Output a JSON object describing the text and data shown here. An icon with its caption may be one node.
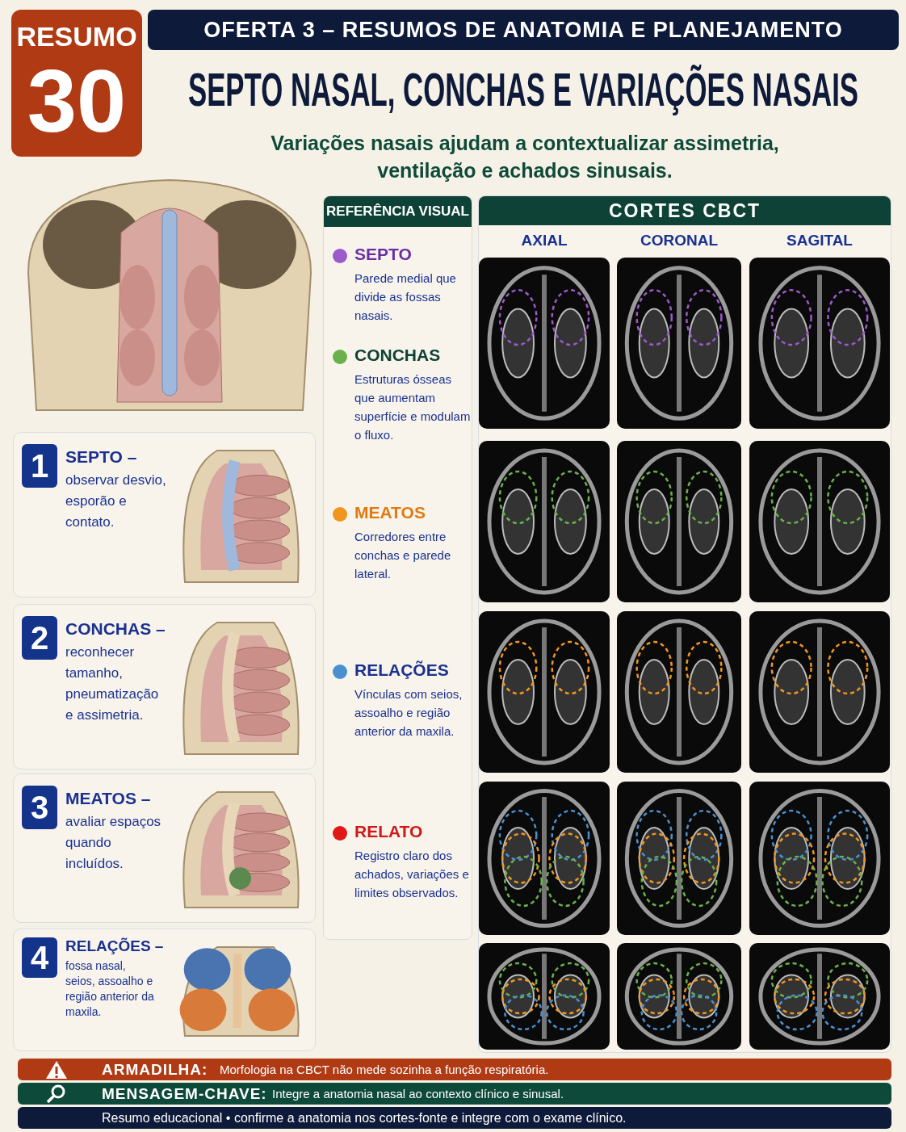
{
  "diagram": {
    "title": "SEPTO NASAL, CONCHAS E VARIAÇÕES NASAIS",
    "nodes": [
      {
        "text": [
          "RESUMO",
          "30"
        ]
      },
      {
        "text": [
          "OFERTA 3 – RESUMOS DE ANATOMIA E PLANEJAMENTO"
        ]
      },
      {
        "text": [
          "SEPTO –",
          "observar desvio, esporão e contato."
        ]
      },
      {
        "text": [
          "1"
        ],
        "in": 2
      },
      {
        "text": [
          "CONCHAS –",
          "reconhecer tamanho, pneumatização e assimetria."
        ]
      },
      {
        "text": [
          "2"
        ],
        "in": 4
      },
      {
        "text": [
          "MEATOS –",
          "avaliar espaços quando incluídos."
        ]
      },
      {
        "text": [
          "3"
        ],
        "in": 6
      },
      {
        "text": [
          "RELAÇÕES –",
          "fossa nasal, seios, assoalho e região anterior da maxila."
        ]
      },
      {
        "text": [
          "4"
        ],
        "in": 8
      },
      {
        "text": [
          "REFERÊNCIA VISUAL"
        ]
      },
      {
        "text": [
          "SEPTO",
          "Parede medial que divide as fossas nasais."
        ],
        "in": 10
      },
      {
        "text": [
          "CONCHAS",
          "Estruturas ósseas que aumentam superfície e modulam o fluxo."
        ],
        "in": 10
      },
      {
        "text": [
          "MEATOS",
          "Corredores entre conchas e parede lateral."
        ],
        "in": 10
      },
      {
        "text": [
          "RELAÇÕES",
          "Vínculas com seios, assoalho e região anterior da maxila."
        ],
        "in": 10
      },
      {
        "text": [
          "RELATO",
          "Registro claro dos achados, variações e limites observados."
        ],
        "in": 10
      },
      {
        "text": [
          "CORTES CBCT",
          "AXIAL",
          "CORONAL",
          "SAGITAL"
        ]
      },
      {
        "text": [
          "ARMADILHA:",
          "Morfologia na CBCT não mede sozinha a função respiratória."
        ]
      },
      {
        "text": [
          "MENSAGEM-CHAVE:",
          "Integre a anatomia nasal ao contexto clínico e sinusal."
        ]
      },
      {
        "text": [
          "Resumo educacional • confirme a anatomia nos cortes-fonte e integre com o exame clínico."
        ]
      }
    ],
    "labels": [
      "Variações nasais ajudam a contextualizar assimetria, ventilação e achados sinusais."
    ]
  }
}
